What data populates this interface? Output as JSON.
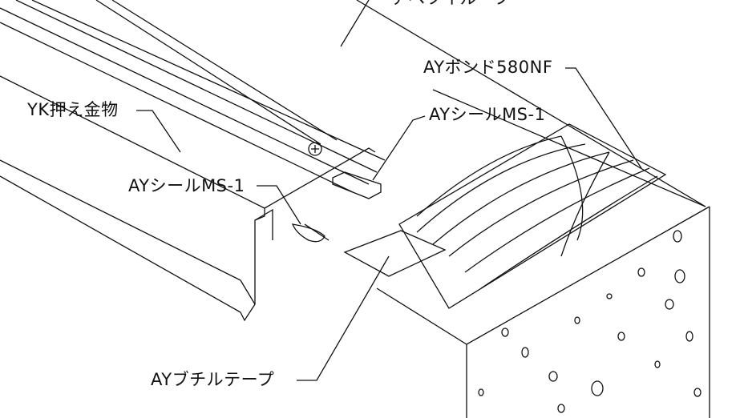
{
  "labels": {
    "top_cut": "アベツイルーフ",
    "bond": "AYボンド580NF",
    "seal_upper": "AYシールMS-1",
    "seal_lower": "AYシールMS-1",
    "holder": "YK押え金物",
    "tape": "AYブチルテープ"
  }
}
